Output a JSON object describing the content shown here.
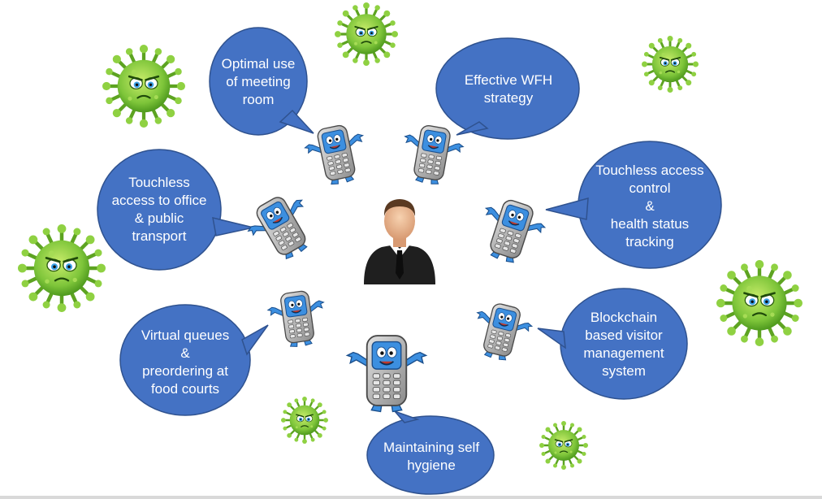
{
  "diagram": {
    "center_figure": "businessman-icon",
    "connector_icon": "mobile-phone-mascot",
    "decoration_icon": "coronavirus-icon",
    "bubble_color": "#4472c4",
    "bubble_border": "#2f528f",
    "virus_color": "#7ec53a",
    "bubbles": [
      {
        "text": "Optimal use\nof meeting\nroom"
      },
      {
        "text": "Effective WFH\nstrategy"
      },
      {
        "text": "Touchless\naccess to office\n& public\ntransport"
      },
      {
        "text": "Touchless access\ncontrol\n&\nhealth status\ntracking"
      },
      {
        "text": "Virtual queues\n&\npreordering at\nfood courts"
      },
      {
        "text": "Blockchain\nbased visitor\nmanagement\nsystem"
      },
      {
        "text": "Maintaining self\nhygiene"
      }
    ]
  }
}
